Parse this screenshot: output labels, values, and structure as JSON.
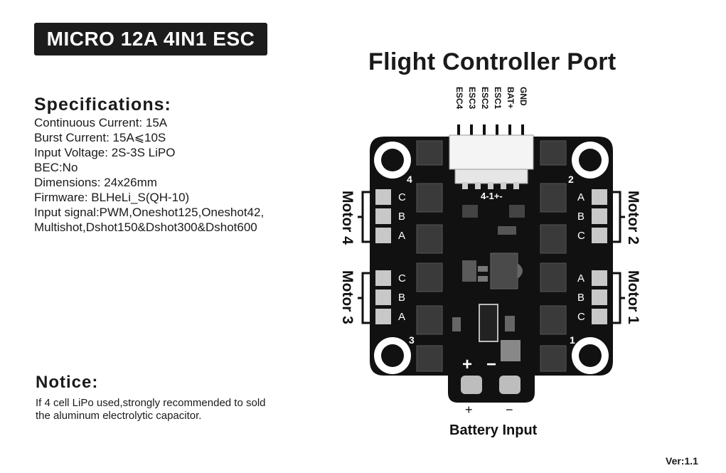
{
  "product_title": "MICRO 12A 4IN1 ESC",
  "specifications": {
    "heading": "Specifications:",
    "lines": [
      "Continuous Current: 15A",
      "Burst Current: 15A⩽10S",
      "Input Voltage: 2S-3S LiPO",
      "BEC:No",
      "Dimensions: 24x26mm",
      "Firmware: BLHeLi_S(QH-10)",
      "Input signal:PWM,Oneshot125,Oneshot42,",
      "Multishot,Dshot150&Dshot300&Dshot600"
    ]
  },
  "notice": {
    "heading": "Notice:",
    "lines": [
      "If 4 cell LiPo used,strongly recommended to sold",
      "the aluminum electrolytic capacitor."
    ]
  },
  "diagram": {
    "title": "Flight Controller Port",
    "fc_pins": [
      "ESC4",
      "ESC3",
      "ESC2",
      "ESC1",
      "BAT+",
      "GND"
    ],
    "connector_label": "4-1+-",
    "corner_numbers": {
      "top_left": "4",
      "top_right": "2",
      "bottom_left": "3",
      "bottom_right": "1"
    },
    "motors": {
      "motor4": {
        "label": "Motor 4",
        "pads": [
          "C",
          "B",
          "A"
        ]
      },
      "motor3": {
        "label": "Motor 3",
        "pads": [
          "C",
          "B",
          "A"
        ]
      },
      "motor2": {
        "label": "Motor 2",
        "pads": [
          "A",
          "B",
          "C"
        ]
      },
      "motor1": {
        "label": "Motor 1",
        "pads": [
          "A",
          "B",
          "C"
        ]
      }
    },
    "battery": {
      "label": "Battery Input",
      "plus": "+",
      "minus": "−",
      "board_plus": "+",
      "board_minus": "−"
    }
  },
  "version": "Ver:1.1",
  "colors": {
    "board": "#111111",
    "pad": "#c8c8c8",
    "mosfet": "#3a3a3a",
    "badge": "#1c1c1c"
  }
}
